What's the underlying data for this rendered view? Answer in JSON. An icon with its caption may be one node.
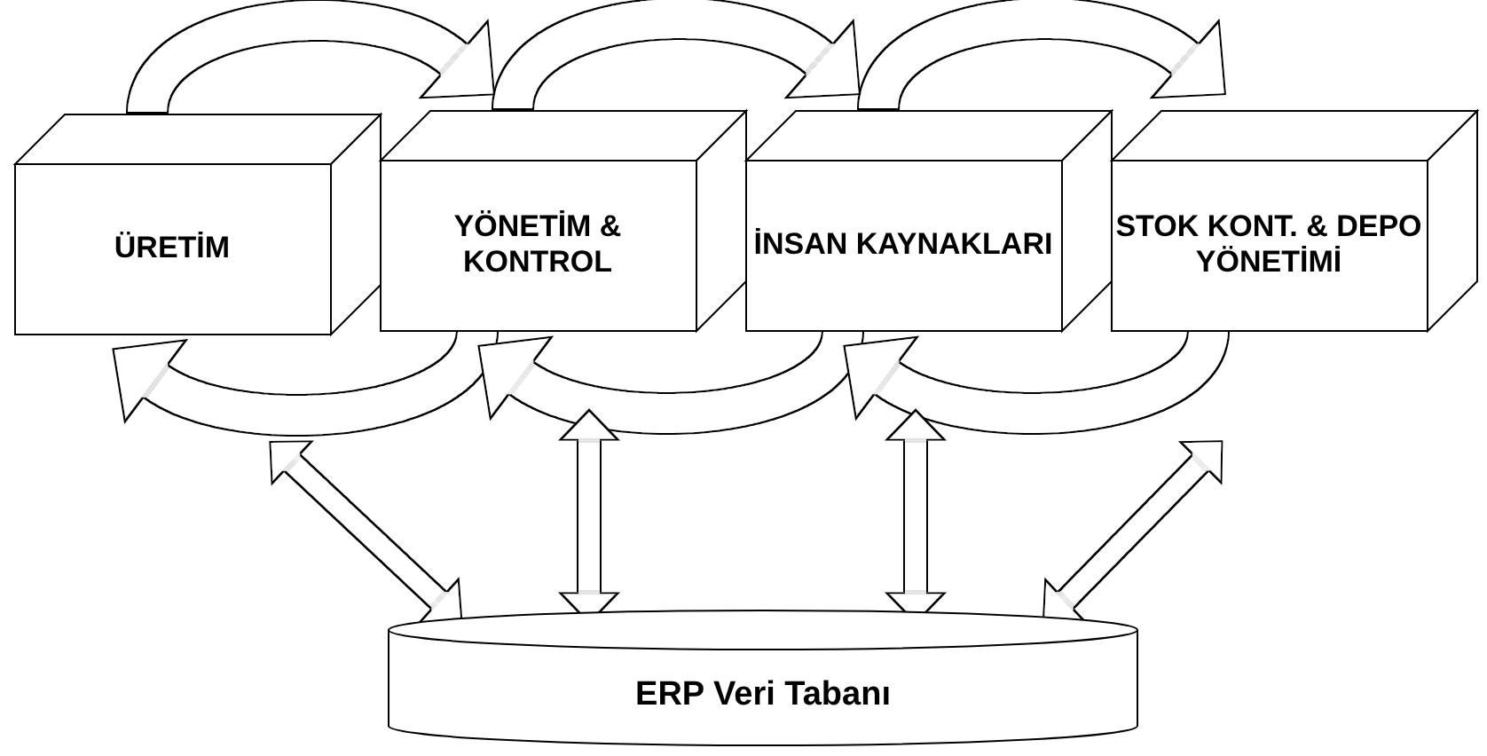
{
  "diagram": {
    "nodes": [
      {
        "text": [
          "ÜRETİM"
        ]
      },
      {
        "text": [
          "YÖNETİM & KONTROL"
        ]
      },
      {
        "text": [
          "İNSAN KAYNAKLARI"
        ]
      },
      {
        "text": [
          "STOK KONT. & DEPO YÖNETİMİ"
        ]
      },
      {
        "text": [
          "ERP Veri Tabanı"
        ]
      }
    ],
    "edges": [
      {
        "from": 0,
        "to": 1,
        "arrow": "to"
      },
      {
        "from": 1,
        "to": 2,
        "arrow": "to"
      },
      {
        "from": 2,
        "to": 3,
        "arrow": "to"
      },
      {
        "from": 1,
        "to": 0,
        "arrow": "to"
      },
      {
        "from": 2,
        "to": 1,
        "arrow": "to"
      },
      {
        "from": 3,
        "to": 2,
        "arrow": "to"
      },
      {
        "from": 4,
        "to": 0,
        "arrow": "both"
      },
      {
        "from": 4,
        "to": 1,
        "arrow": "both"
      },
      {
        "from": 4,
        "to": 2,
        "arrow": "both"
      },
      {
        "from": 4,
        "to": 3,
        "arrow": "both"
      }
    ]
  }
}
